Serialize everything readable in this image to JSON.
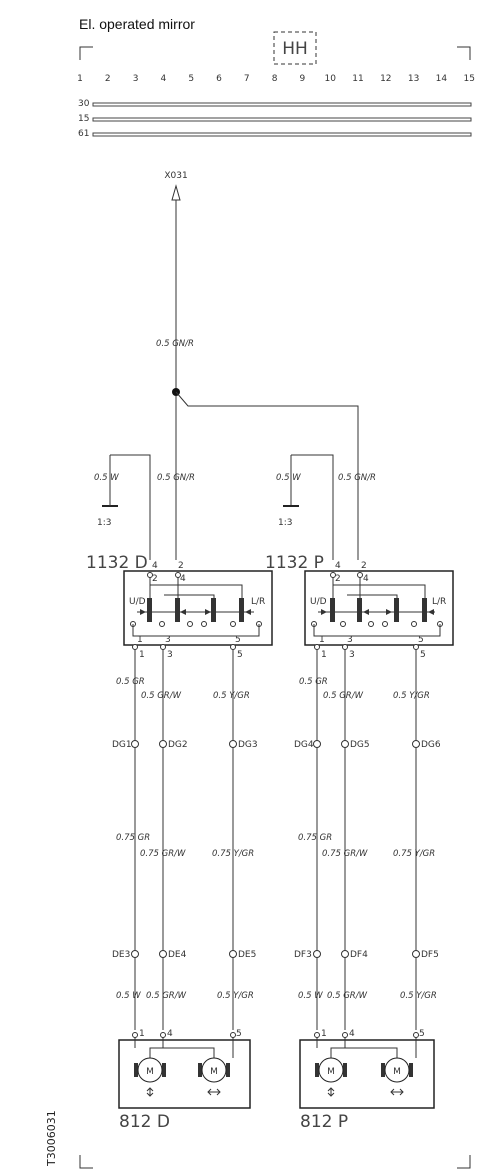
{
  "title": "El. operated mirror",
  "grid_numbers": [
    "1",
    "2",
    "3",
    "4",
    "5",
    "6",
    "7",
    "8",
    "9",
    "10",
    "11",
    "12",
    "13",
    "14",
    "15"
  ],
  "location_box": "HH",
  "rails": [
    "30",
    "15",
    "61"
  ],
  "top_connector": "X031",
  "feed_wire": "0.5 GN/R",
  "left_switch": {
    "ref": "1132 D",
    "ground_wire": "0.5 W",
    "ground_ref": "1:3",
    "feed_wire": "0.5 GN/R",
    "top_pins": [
      "4",
      "2",
      "2",
      "4"
    ],
    "switch_labels": [
      "U/D",
      "L/R"
    ],
    "bottom_pins": [
      "1",
      "1",
      "3",
      "3",
      "5",
      "5"
    ]
  },
  "right_switch": {
    "ref": "1132 P",
    "ground_wire": "0.5 W",
    "ground_ref": "1:3",
    "feed_wire": "0.5 GN/R",
    "top_pins": [
      "4",
      "2",
      "2",
      "4"
    ],
    "switch_labels": [
      "U/D",
      "L/R"
    ],
    "bottom_pins": [
      "1",
      "1",
      "3",
      "3",
      "5",
      "5"
    ]
  },
  "wires_a": [
    "0.5 GR",
    "0.5 GR/W",
    "0.5 Y/GR",
    "0.5 GR",
    "0.5 GR/W",
    "0.5 Y/GR"
  ],
  "connectors_top": [
    "DG1",
    "DG2",
    "DG3",
    "DG4",
    "DG5",
    "DG6"
  ],
  "wires_b": [
    "0.75 GR",
    "0.75 GR/W",
    "0.75 Y/GR",
    "0.75 GR",
    "0.75 GR/W",
    "0.75 Y/GR"
  ],
  "connectors_bottom": [
    "DE3",
    "DE4",
    "DE5",
    "DF3",
    "DF4",
    "DF5"
  ],
  "wires_c": [
    "0.5 W",
    "0.5 GR/W",
    "0.5 Y/GR",
    "0.5 W",
    "0.5 GR/W",
    "0.5 Y/GR"
  ],
  "motor_pins": [
    "1",
    "4",
    "5",
    "1",
    "4",
    "5"
  ],
  "motor_letter": "M",
  "mirror_left": "812 D",
  "mirror_right": "812 P",
  "side_code": "T3006031"
}
